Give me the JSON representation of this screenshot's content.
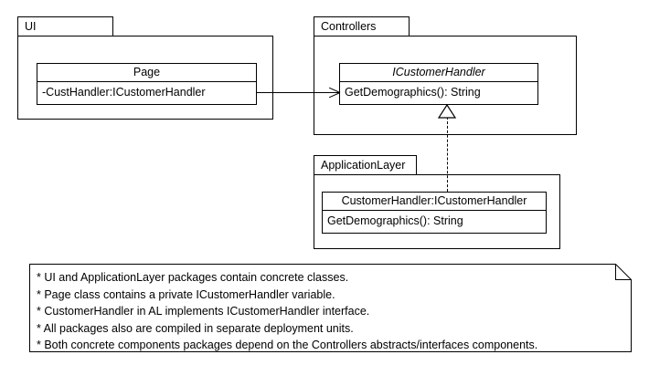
{
  "diagram": {
    "type": "uml-package-class-diagram",
    "background": "#ffffff",
    "line_color": "#000000"
  },
  "packages": [
    {
      "id": "ui",
      "name": "UI",
      "classes": [
        {
          "id": "page",
          "name": "Page",
          "stereotype": "class",
          "italic": false,
          "members": [
            "-CustHandler:ICustomerHandler"
          ]
        }
      ]
    },
    {
      "id": "controllers",
      "name": "Controllers",
      "classes": [
        {
          "id": "icustomerhandler",
          "name": "ICustomerHandler",
          "stereotype": "interface",
          "italic": true,
          "members": [
            "GetDemographics(): String"
          ]
        }
      ]
    },
    {
      "id": "applicationlayer",
      "name": "ApplicationLayer",
      "classes": [
        {
          "id": "customerhandler",
          "name": "CustomerHandler:ICustomerHandler",
          "stereotype": "class",
          "italic": false,
          "members": [
            "GetDemographics(): String"
          ]
        }
      ]
    }
  ],
  "relationships": [
    {
      "id": "page-uses-icustomerhandler",
      "kind": "association",
      "line_style": "solid",
      "arrow": "open",
      "source": "Page",
      "target": "ICustomerHandler"
    },
    {
      "id": "customerhandler-realizes-icustomerhandler",
      "kind": "realization",
      "line_style": "dashed",
      "arrow": "hollow-triangle",
      "source": "CustomerHandler",
      "target": "ICustomerHandler"
    }
  ],
  "note": {
    "id": "diagram-note",
    "lines": [
      "* UI and ApplicationLayer packages contain concrete classes.",
      "* Page class contains a private ICustomerHandler variable.",
      "* CustomerHandler in AL implements ICustomerHandler interface.",
      "* All packages also are compiled in separate deployment units.",
      "* Both concrete components packages depend on the Controllers abstracts/interfaces components."
    ]
  }
}
